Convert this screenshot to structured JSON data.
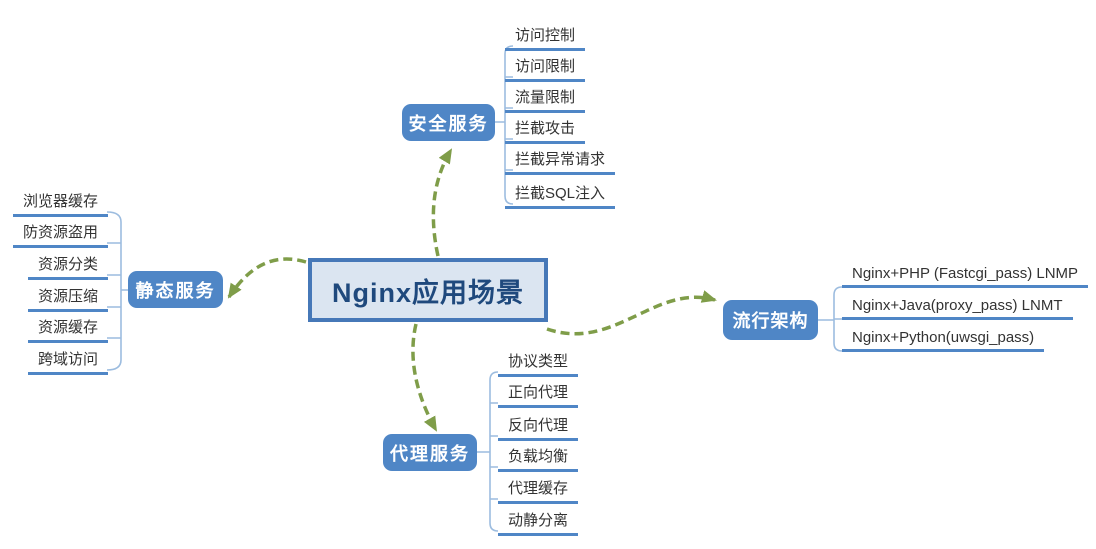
{
  "title": "Nginx应用场景",
  "colors": {
    "branch_node_fill": "#4f86c6",
    "center_fill": "#dbe5f1",
    "center_border": "#4678b8",
    "center_text": "#1f497d",
    "leaf_underline": "#4f86c6",
    "bracket_line": "#9cbcdf",
    "arrow_green": "#7f9d49",
    "leaf_text": "#333333"
  },
  "branches": {
    "security": {
      "label": "安全服务",
      "children": [
        "访问控制",
        "访问限制",
        "流量限制",
        "拦截攻击",
        "拦截异常请求",
        "拦截SQL注入"
      ]
    },
    "static": {
      "label": "静态服务",
      "children": [
        "浏览器缓存",
        "防资源盗用",
        "资源分类",
        "资源压缩",
        "资源缓存",
        "跨域访问"
      ]
    },
    "architecture": {
      "label": "流行架构",
      "children": [
        "Nginx+PHP (Fastcgi_pass) LNMP",
        "Nginx+Java(proxy_pass) LNMT",
        "Nginx+Python(uwsgi_pass)"
      ]
    },
    "proxy": {
      "label": "代理服务",
      "children": [
        "协议类型",
        "正向代理",
        "反向代理",
        "负载均衡",
        "代理缓存",
        "动静分离"
      ]
    }
  }
}
